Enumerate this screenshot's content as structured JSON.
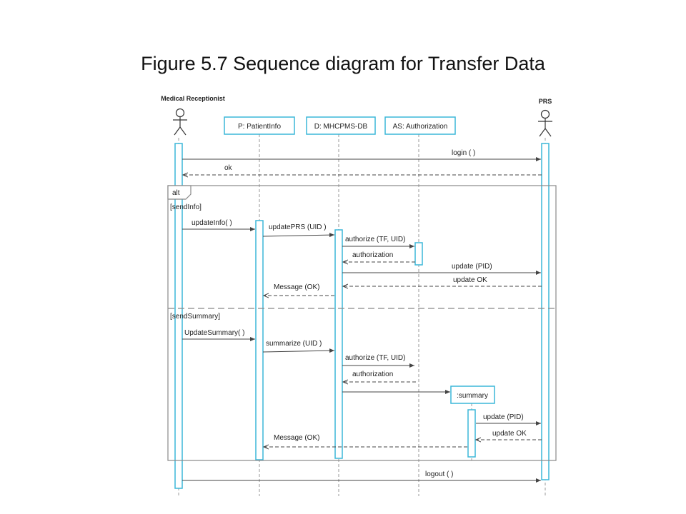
{
  "title": "Figure 5.7 Sequence diagram for Transfer Data",
  "colors": {
    "lifeline_box": "#3cb7d8",
    "activation": "#3cb7d8",
    "frame": "#888888",
    "arrow": "#444444"
  },
  "actors": [
    {
      "id": "receptionist",
      "label": "Medical Receptionist"
    },
    {
      "id": "prs",
      "label": "PRS"
    }
  ],
  "objects": [
    {
      "id": "patientinfo",
      "label": "P: PatientInfo"
    },
    {
      "id": "mhcpms",
      "label": "D: MHCPMS-DB"
    },
    {
      "id": "authorization",
      "label": "AS: Authorization"
    },
    {
      "id": "summary",
      "label": ":summary"
    }
  ],
  "frame": {
    "tag": "alt",
    "guards": [
      "[sendInfo]",
      "[sendSummary]"
    ]
  },
  "messages": [
    {
      "label": "login ( )",
      "from": "receptionist",
      "to": "prs",
      "kind": "call"
    },
    {
      "label": "ok",
      "from": "prs",
      "to": "receptionist",
      "kind": "return"
    },
    {
      "label": "updateInfo( )",
      "from": "receptionist",
      "to": "patientinfo",
      "kind": "call"
    },
    {
      "label": "updatePRS (UID )",
      "from": "patientinfo",
      "to": "mhcpms",
      "kind": "call"
    },
    {
      "label": "authorize (TF, UID)",
      "from": "mhcpms",
      "to": "authorization",
      "kind": "call"
    },
    {
      "label": "authorization",
      "from": "authorization",
      "to": "mhcpms",
      "kind": "return"
    },
    {
      "label": "update (PID)",
      "from": "mhcpms",
      "to": "prs",
      "kind": "call"
    },
    {
      "label": "update OK",
      "from": "prs",
      "to": "mhcpms",
      "kind": "return"
    },
    {
      "label": "Message (OK)",
      "from": "mhcpms",
      "to": "patientinfo",
      "kind": "return"
    },
    {
      "label": "UpdateSummary( )",
      "from": "receptionist",
      "to": "patientinfo",
      "kind": "call"
    },
    {
      "label": "summarize (UID )",
      "from": "patientinfo",
      "to": "mhcpms",
      "kind": "call"
    },
    {
      "label": "authorize (TF, UID)",
      "from": "mhcpms",
      "to": "authorization",
      "kind": "call"
    },
    {
      "label": "authorization",
      "from": "authorization",
      "to": "mhcpms",
      "kind": "return"
    },
    {
      "label": "",
      "from": "mhcpms",
      "to": "summary",
      "kind": "create"
    },
    {
      "label": "update (PID)",
      "from": "summary",
      "to": "prs",
      "kind": "call"
    },
    {
      "label": "update OK",
      "from": "prs",
      "to": "summary",
      "kind": "return"
    },
    {
      "label": "Message (OK)",
      "from": "summary",
      "to": "patientinfo",
      "kind": "return"
    },
    {
      "label": "logout ( )",
      "from": "receptionist",
      "to": "prs",
      "kind": "call"
    }
  ]
}
